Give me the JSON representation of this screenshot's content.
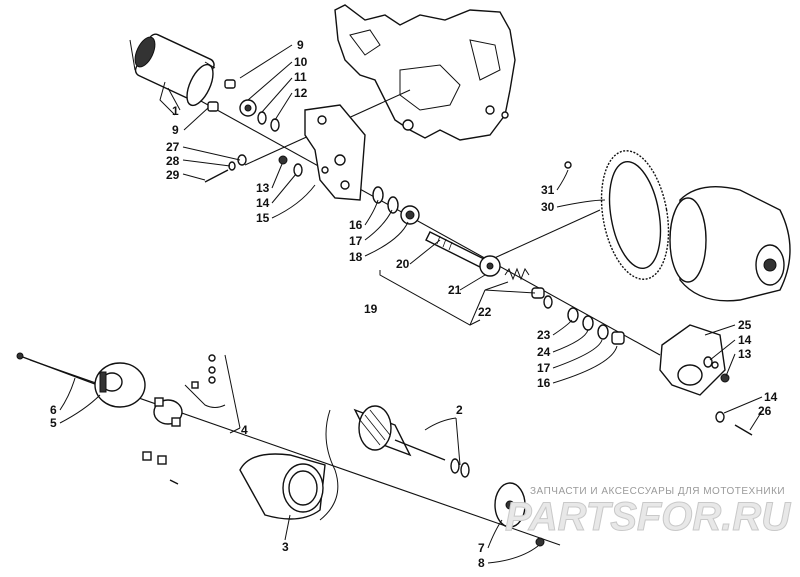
{
  "callouts": [
    "1",
    "2",
    "3",
    "4",
    "5",
    "6",
    "7",
    "8",
    "9",
    "9",
    "10",
    "11",
    "12",
    "13",
    "13",
    "14",
    "14",
    "14",
    "15",
    "16",
    "16",
    "17",
    "17",
    "18",
    "19",
    "20",
    "21",
    "22",
    "23",
    "24",
    "25",
    "26",
    "27",
    "28",
    "29",
    "30",
    "31"
  ],
  "watermark": {
    "tagline": "ЗАПЧАСТИ И АКСЕССУАРЫ ДЛЯ МОТОТЕХНИКИ",
    "logo": "PARTSFOR.RU"
  }
}
